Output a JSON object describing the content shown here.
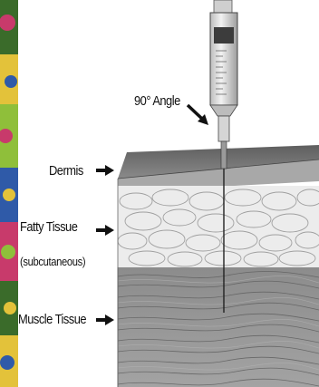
{
  "labels": {
    "angle": "90° Angle",
    "dermis": "Dermis",
    "fatty_tissue": "Fatty Tissue",
    "subcutaneous": "(subcutaneous)",
    "muscle_tissue": "Muscle Tissue"
  },
  "colors": {
    "dermis_top": "#6f6f6f",
    "dermis_front": "#9a9a9a",
    "fat_fill": "#e9e9e9",
    "fat_line": "#9b9b9b",
    "muscle_fill": "#8e8e8e",
    "muscle_line": "#5c5c5c",
    "syringe_body": "#d9d9d9",
    "border_pattern": [
      "#3a6b2a",
      "#c83a6b",
      "#e3c23a",
      "#2f5aa8",
      "#8fbf3a"
    ]
  },
  "icons": {
    "arrow": "right-arrow-icon",
    "syringe": "syringe-icon"
  }
}
